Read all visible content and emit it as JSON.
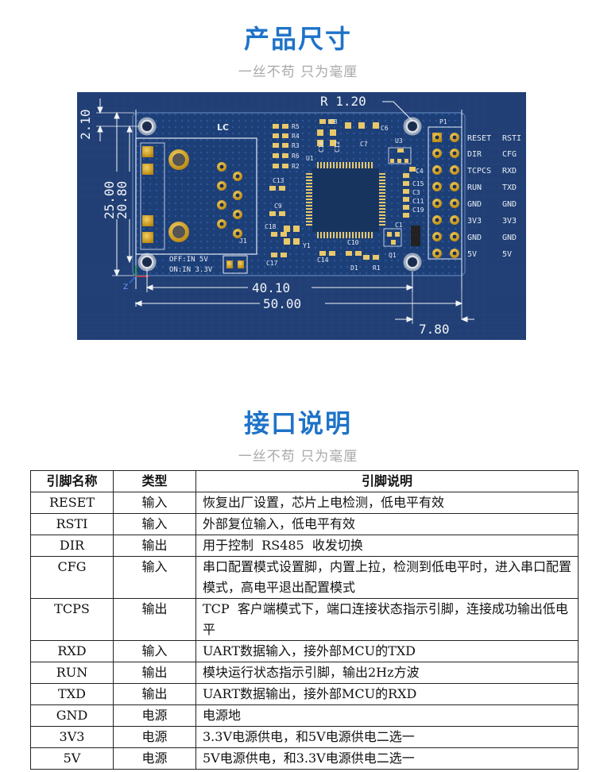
{
  "dimensions": {
    "title": "产品尺寸",
    "subtitle": "一丝不苟  只为毫厘",
    "labels": {
      "h_top": "2.10",
      "h_25": "25.00",
      "h_20": "20.80",
      "radius": "R 1.20",
      "w_40": "40.10",
      "w_50": "50.00",
      "w_780": "7.80"
    },
    "silkscreen": {
      "lc": "LC",
      "j1": "J1",
      "u1": "U1",
      "u3": "U3",
      "y1": "Y1",
      "p1": "P1",
      "d1": "D1",
      "r1": "R1",
      "q1": "Q1",
      "power_note_1": "OFF:IN 5V",
      "power_note_2": "ON:IN 3.3V",
      "res": [
        "R5",
        "R4",
        "R3",
        "R6",
        "R2"
      ],
      "caps": {
        "c8": "C8",
        "c16": "C16",
        "c12": "C12",
        "c6": "C6",
        "c7": "C7",
        "c4": "C4",
        "c15": "C15",
        "c3": "C3",
        "c11": "C11",
        "c19": "C19",
        "c13": "C13",
        "c9": "C9",
        "c18": "C18",
        "c17": "C17",
        "c14": "C14",
        "c10": "C10",
        "c1": "C1"
      },
      "pins": [
        [
          "RESET",
          "RSTI"
        ],
        [
          "DIR",
          "CFG"
        ],
        [
          "TCPCS",
          "RXD"
        ],
        [
          "RUN",
          "TXD"
        ],
        [
          "GND",
          "GND"
        ],
        [
          "3V3",
          "3V3"
        ],
        [
          "GND",
          "GND"
        ],
        [
          "5V",
          "5V"
        ]
      ],
      "axis_z": "Z"
    }
  },
  "interface": {
    "title": "接口说明",
    "subtitle": "一丝不苟  只为毫厘",
    "headers": [
      "引脚名称",
      "类型",
      "引脚说明"
    ],
    "rows": [
      {
        "name": "RESET",
        "type": "输入",
        "desc": "恢复出厂设置，芯片上电检测，低电平有效"
      },
      {
        "name": "RSTI",
        "type": "输入",
        "desc": "外部复位输入，低电平有效"
      },
      {
        "name": "DIR",
        "type": "输出",
        "desc": "用于控制  RS485  收发切换"
      },
      {
        "name": "CFG",
        "type": "输入",
        "desc": "串口配置模式设置脚，内置上拉，检测到低电平时，进入串口配置模式，高电平退出配置模式"
      },
      {
        "name": "TCPS",
        "type": "输出",
        "desc": "TCP  客户端模式下，端口连接状态指示引脚，连接成功输出低电平"
      },
      {
        "name": "RXD",
        "type": "输入",
        "desc": "UART数据输入，接外部MCU的TXD"
      },
      {
        "name": "RUN",
        "type": "输出",
        "desc": "模块运行状态指示引脚，输出2Hz方波"
      },
      {
        "name": "TXD",
        "type": "输出",
        "desc": "UART数据输出，接外部MCU的RXD"
      },
      {
        "name": "GND",
        "type": "电源",
        "desc": "电源地"
      },
      {
        "name": "3V3",
        "type": "电源",
        "desc": "3.3V电源供电，和5V电源供电二选一"
      },
      {
        "name": "5V",
        "type": "电源",
        "desc": "5V电源供电，和3.3V电源供电二选一"
      }
    ]
  }
}
